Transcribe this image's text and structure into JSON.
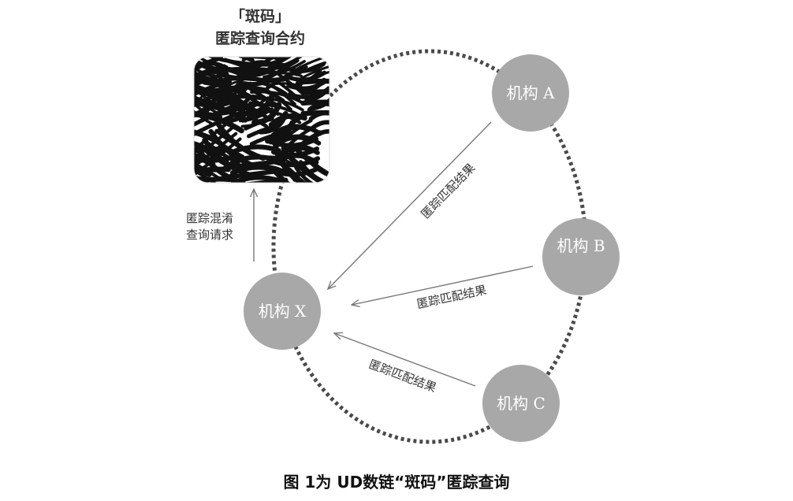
{
  "contract": {
    "title_line1": "「斑码」",
    "title_line2": "匿踪查询合约",
    "image": "zebra-pattern"
  },
  "nodes": {
    "a": "机构 A",
    "b": "机构 B",
    "c": "机构 C",
    "x": "机构 X"
  },
  "edges": {
    "request_line1": "匿踪混淆",
    "request_line2": "查询请求",
    "a_to_x": "匿踪匹配结果",
    "b_to_x": "匿踪匹配结果",
    "c_to_x": "匿踪匹配结果"
  },
  "caption": "图 1为 UD数链“斑码”匿踪查询",
  "colors": {
    "node_fill": "#a8a8a8",
    "ring": "#4a4a4a",
    "arrow": "#777777",
    "text": "#333333"
  }
}
